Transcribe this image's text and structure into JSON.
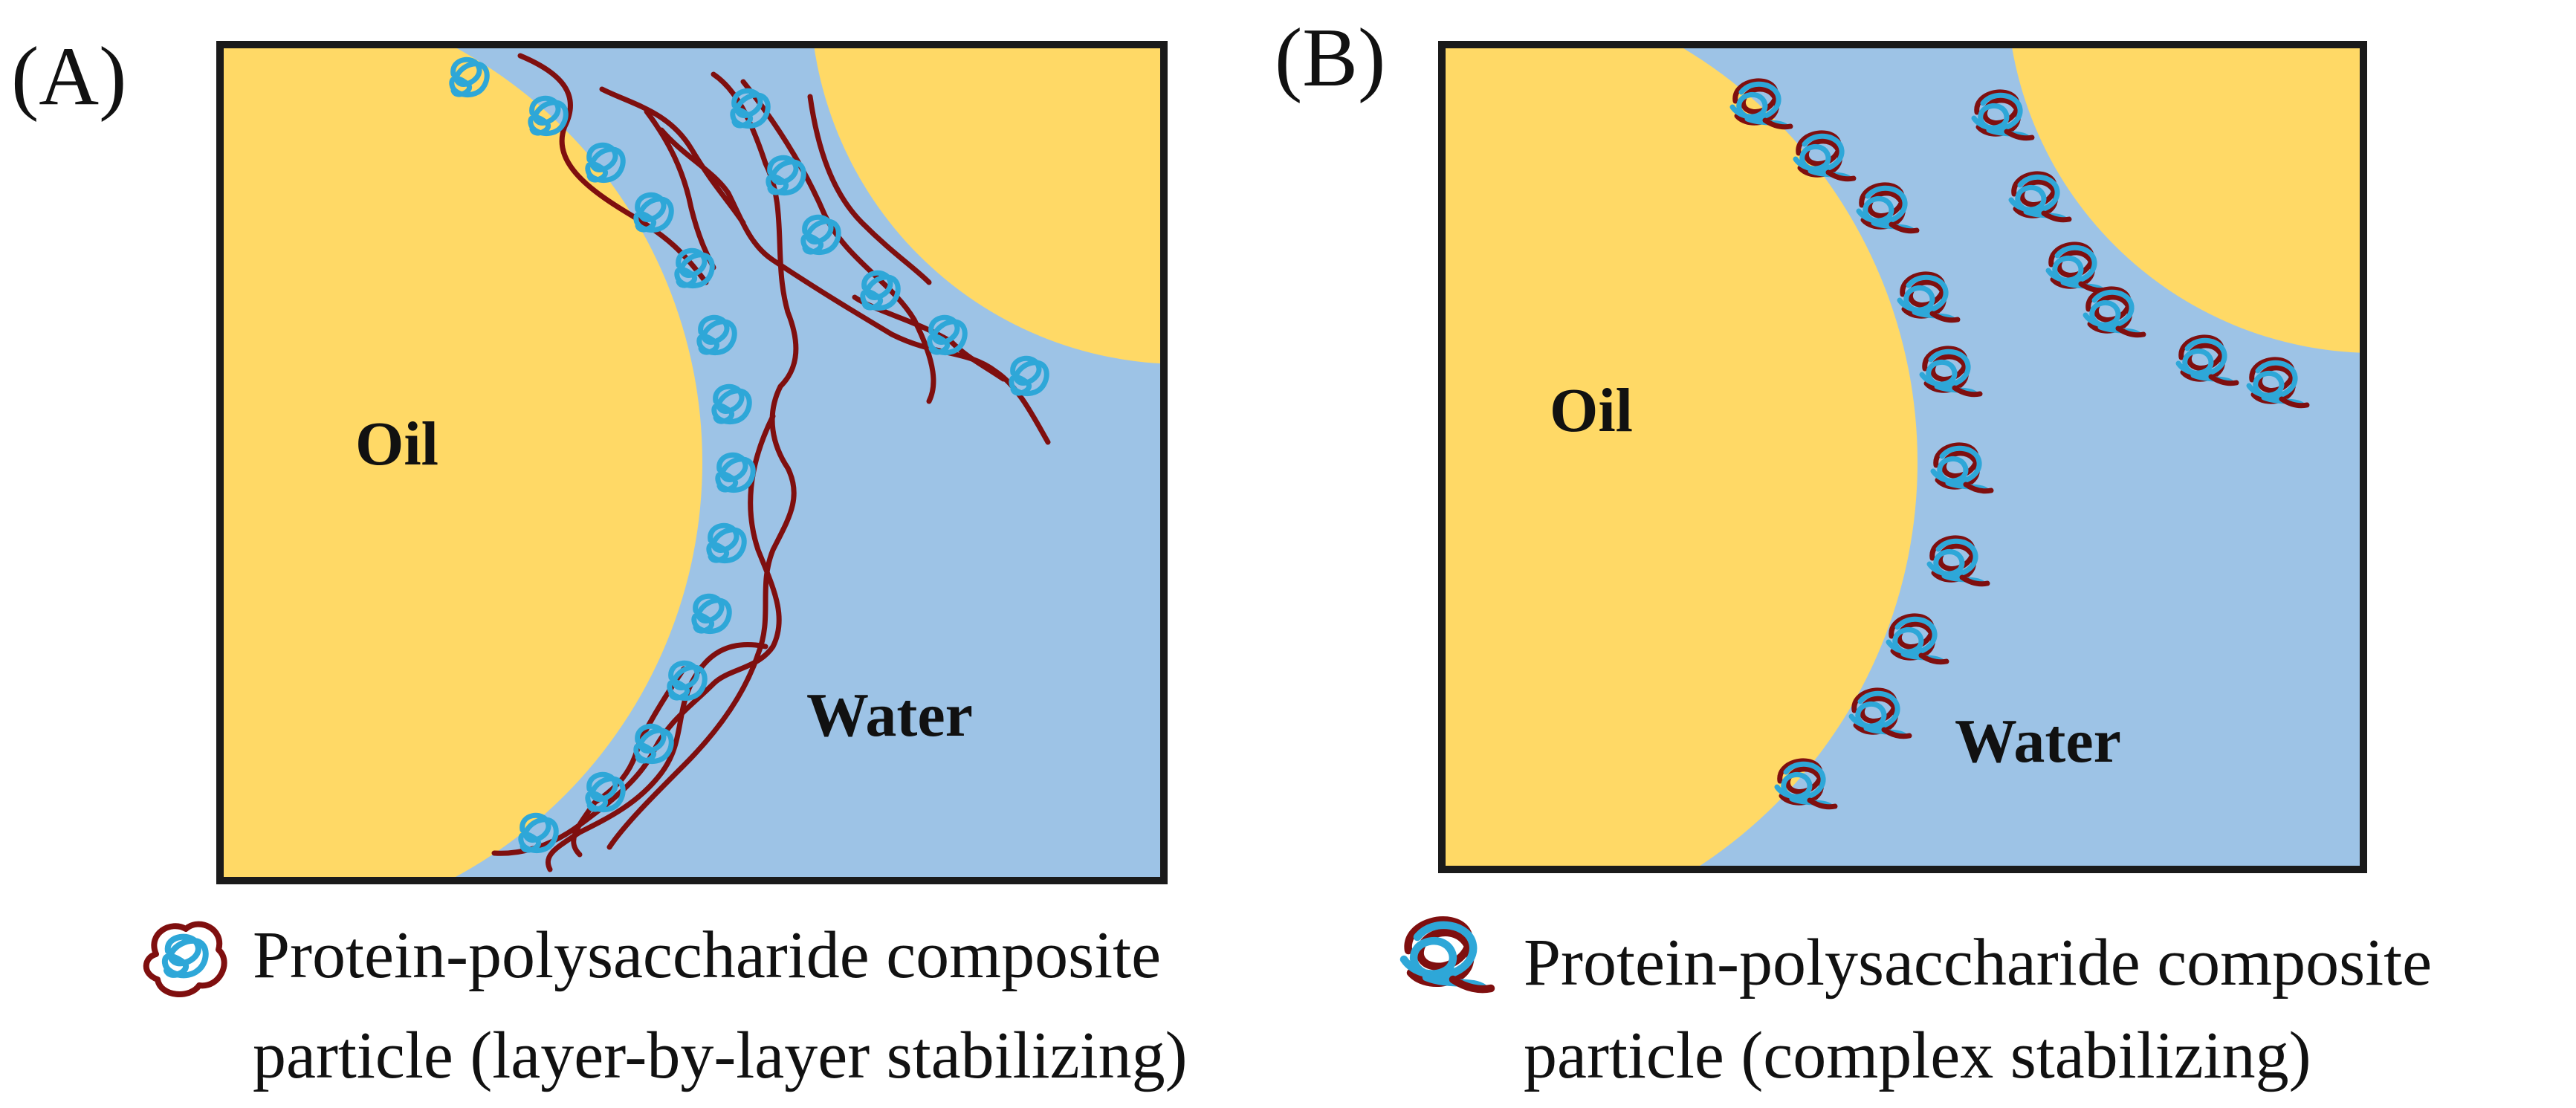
{
  "panel_a": {
    "letter": "(A)",
    "oil_label": "Oil",
    "water_label": "Water"
  },
  "panel_b": {
    "letter": "(B)",
    "oil_label": "Oil",
    "water_label": "Water"
  },
  "legend": {
    "lbl": {
      "line1": "Protein-polysaccharide composite",
      "line2": "particle (layer-by-layer stabilizing)"
    },
    "complex": {
      "line1": "Protein-polysaccharide composite",
      "line2": "particle (complex stabilizing)"
    }
  },
  "colors": {
    "water": "#9dc3e6",
    "oil": "#ffd966",
    "protein": "#2ea7d8",
    "polysaccharide": "#7f0f0f",
    "frame": "#1a1a1a"
  }
}
